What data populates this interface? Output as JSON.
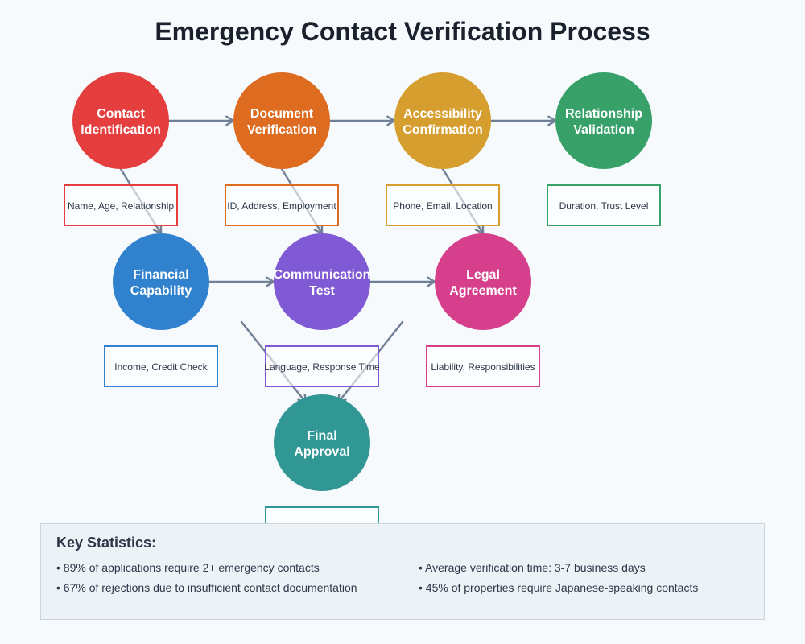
{
  "title": "Emergency Contact Verification Process",
  "colors": {
    "arrow": "#718096",
    "red": "#e53e3e",
    "orange": "#dd6b20",
    "yellow": "#d69e2e",
    "green": "#38a169",
    "blue": "#3182ce",
    "purple": "#805ad5",
    "pink": "#d53f8c",
    "teal": "#319795"
  },
  "nodes": [
    {
      "id": "contact-identification",
      "lines": [
        "Contact",
        "Identification"
      ],
      "color": "#e53e3e",
      "detail": "Name, Age, Relationship"
    },
    {
      "id": "document-verification",
      "lines": [
        "Document",
        "Verification"
      ],
      "color": "#dd6b20",
      "detail": "ID, Address, Employment"
    },
    {
      "id": "accessibility-confirmation",
      "lines": [
        "Accessibility",
        "Confirmation"
      ],
      "color": "#d69e2e",
      "detail": "Phone, Email, Location"
    },
    {
      "id": "relationship-validation",
      "lines": [
        "Relationship",
        "Validation"
      ],
      "color": "#38a169",
      "detail": "Duration, Trust Level"
    },
    {
      "id": "financial-capability",
      "lines": [
        "Financial",
        "Capability"
      ],
      "color": "#3182ce",
      "detail": "Income, Credit Check"
    },
    {
      "id": "communication-test",
      "lines": [
        "Communication",
        "Test"
      ],
      "color": "#805ad5",
      "detail": "Language, Response Time"
    },
    {
      "id": "legal-agreement",
      "lines": [
        "Legal",
        "Agreement"
      ],
      "color": "#d53f8c",
      "detail": "Liability, Responsibilities"
    },
    {
      "id": "final-approval",
      "lines": [
        "Final",
        "Approval"
      ],
      "color": "#319795",
      "detail": ""
    }
  ],
  "edges": [
    {
      "from": "contact-identification",
      "to": "document-verification"
    },
    {
      "from": "document-verification",
      "to": "accessibility-confirmation"
    },
    {
      "from": "accessibility-confirmation",
      "to": "relationship-validation"
    },
    {
      "from": "contact-identification",
      "to": "financial-capability"
    },
    {
      "from": "document-verification",
      "to": "communication-test"
    },
    {
      "from": "accessibility-confirmation",
      "to": "legal-agreement"
    },
    {
      "from": "financial-capability",
      "to": "communication-test"
    },
    {
      "from": "communication-test",
      "to": "legal-agreement"
    },
    {
      "from": "financial-capability",
      "to": "final-approval"
    },
    {
      "from": "legal-agreement",
      "to": "final-approval"
    }
  ],
  "stats": {
    "title": "Key Statistics:",
    "items": [
      "89% of applications require 2+ emergency contacts",
      "67% of rejections due to insufficient contact documentation",
      "Average verification time: 3-7 business days",
      "45% of properties require Japanese-speaking contacts"
    ]
  }
}
